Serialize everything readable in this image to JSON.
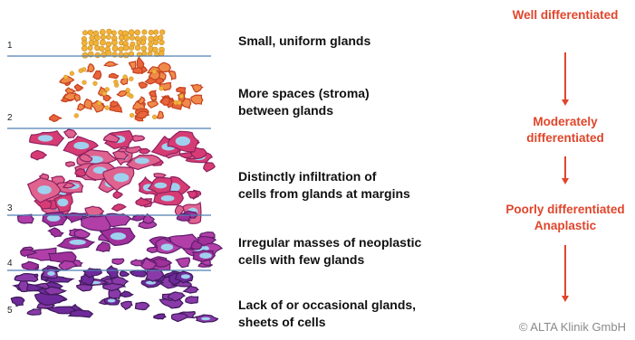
{
  "grades": [
    {
      "number": "1",
      "description": "Small, uniform glands"
    },
    {
      "number": "2",
      "description": "More spaces (stroma)\nbetween glands"
    },
    {
      "number": "3",
      "description": "Distinctly infiltration of\ncells from glands at margins"
    },
    {
      "number": "4",
      "description": "Irregular masses of neoplastic\ncells with few glands"
    },
    {
      "number": "5",
      "description": "Lack of or occasional glands,\nsheets of cells"
    }
  ],
  "differentiation": {
    "well": "Well differentiated",
    "moderate": "Moderately\ndifferentiated",
    "poor": "Poorly differentiated\nAnaplastic"
  },
  "copyright": "© ALTA Klinik GmbH",
  "colors": {
    "divider": "#4f7fb5",
    "accent": "#e0452b",
    "grade1": "#f1b23a",
    "grade2": "#e8643a",
    "grade3": "#d63c73",
    "grade4": "#a0309a",
    "grade5": "#6e2a9a",
    "lumen": "#9fd1ee"
  }
}
